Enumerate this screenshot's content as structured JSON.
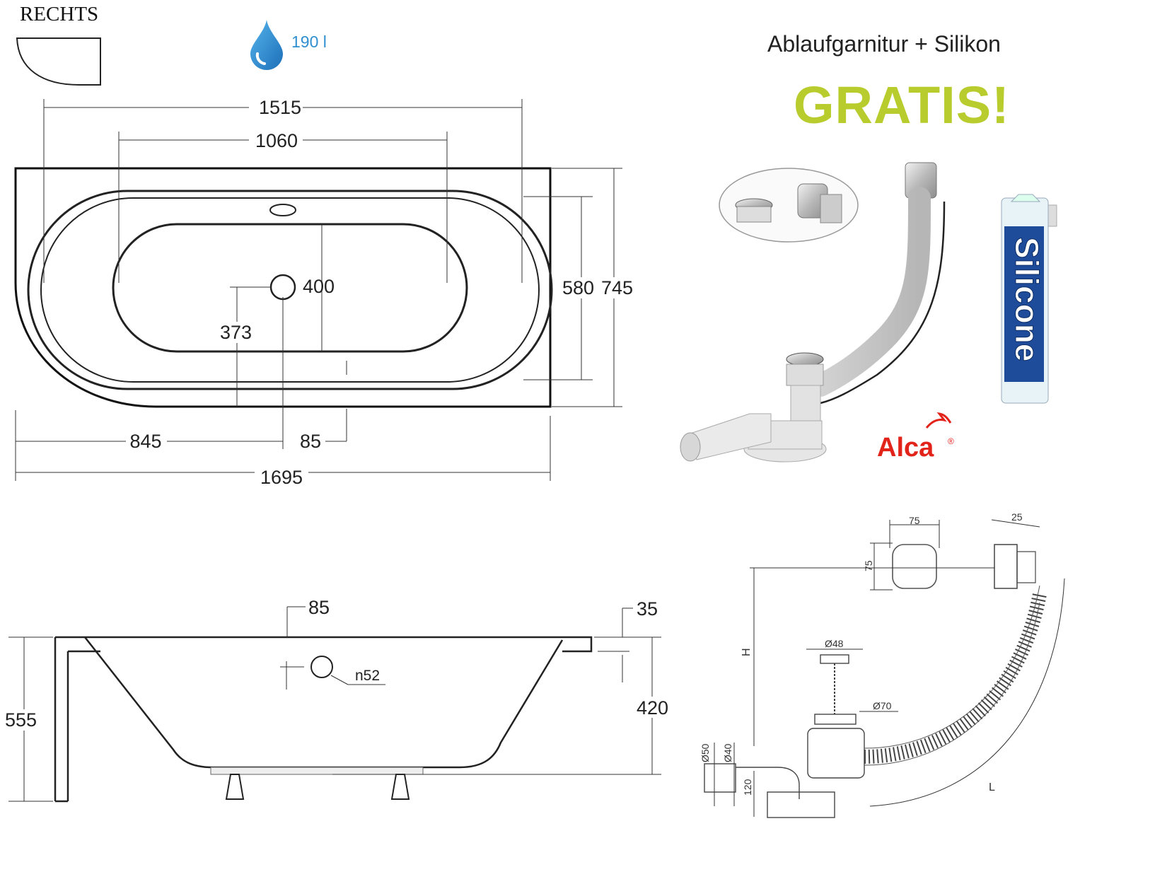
{
  "variant_label": "RECHTS",
  "volume": {
    "value": "190 l",
    "icon": "water-drop-icon",
    "color": "#2f8fd0"
  },
  "promo": {
    "line1": "Ablaufgarnitur + Silikon",
    "line2": "GRATIS!",
    "accent_color": "#b8cc2e"
  },
  "brand": {
    "name": "Alca",
    "mark": "®",
    "color": "#e2231a"
  },
  "silicone_label": "Silicone",
  "top_view_dims": {
    "overall_inner_length": "1515",
    "bottom_length": "1060",
    "bottom_width": "400",
    "drain_offset_y": "373",
    "inner_width": "580",
    "overall_width": "745",
    "drain_offset_x": "845",
    "overflow_offset": "85",
    "overall_length": "1695"
  },
  "side_view_dims": {
    "overflow_offset": "85",
    "rim_thickness": "35",
    "overflow_hole": "n52",
    "total_height": "555",
    "depth": "420"
  },
  "drain_set_dims": {
    "cap_width": "75",
    "cap_height": "75",
    "overflow_depth": "25",
    "height_label": "H",
    "plug_diameter": "Ø48",
    "drain_diameter": "Ø70",
    "outlet_outer": "Ø50",
    "outlet_inner": "Ø40",
    "outlet_height": "120",
    "hose_length_label": "L"
  }
}
